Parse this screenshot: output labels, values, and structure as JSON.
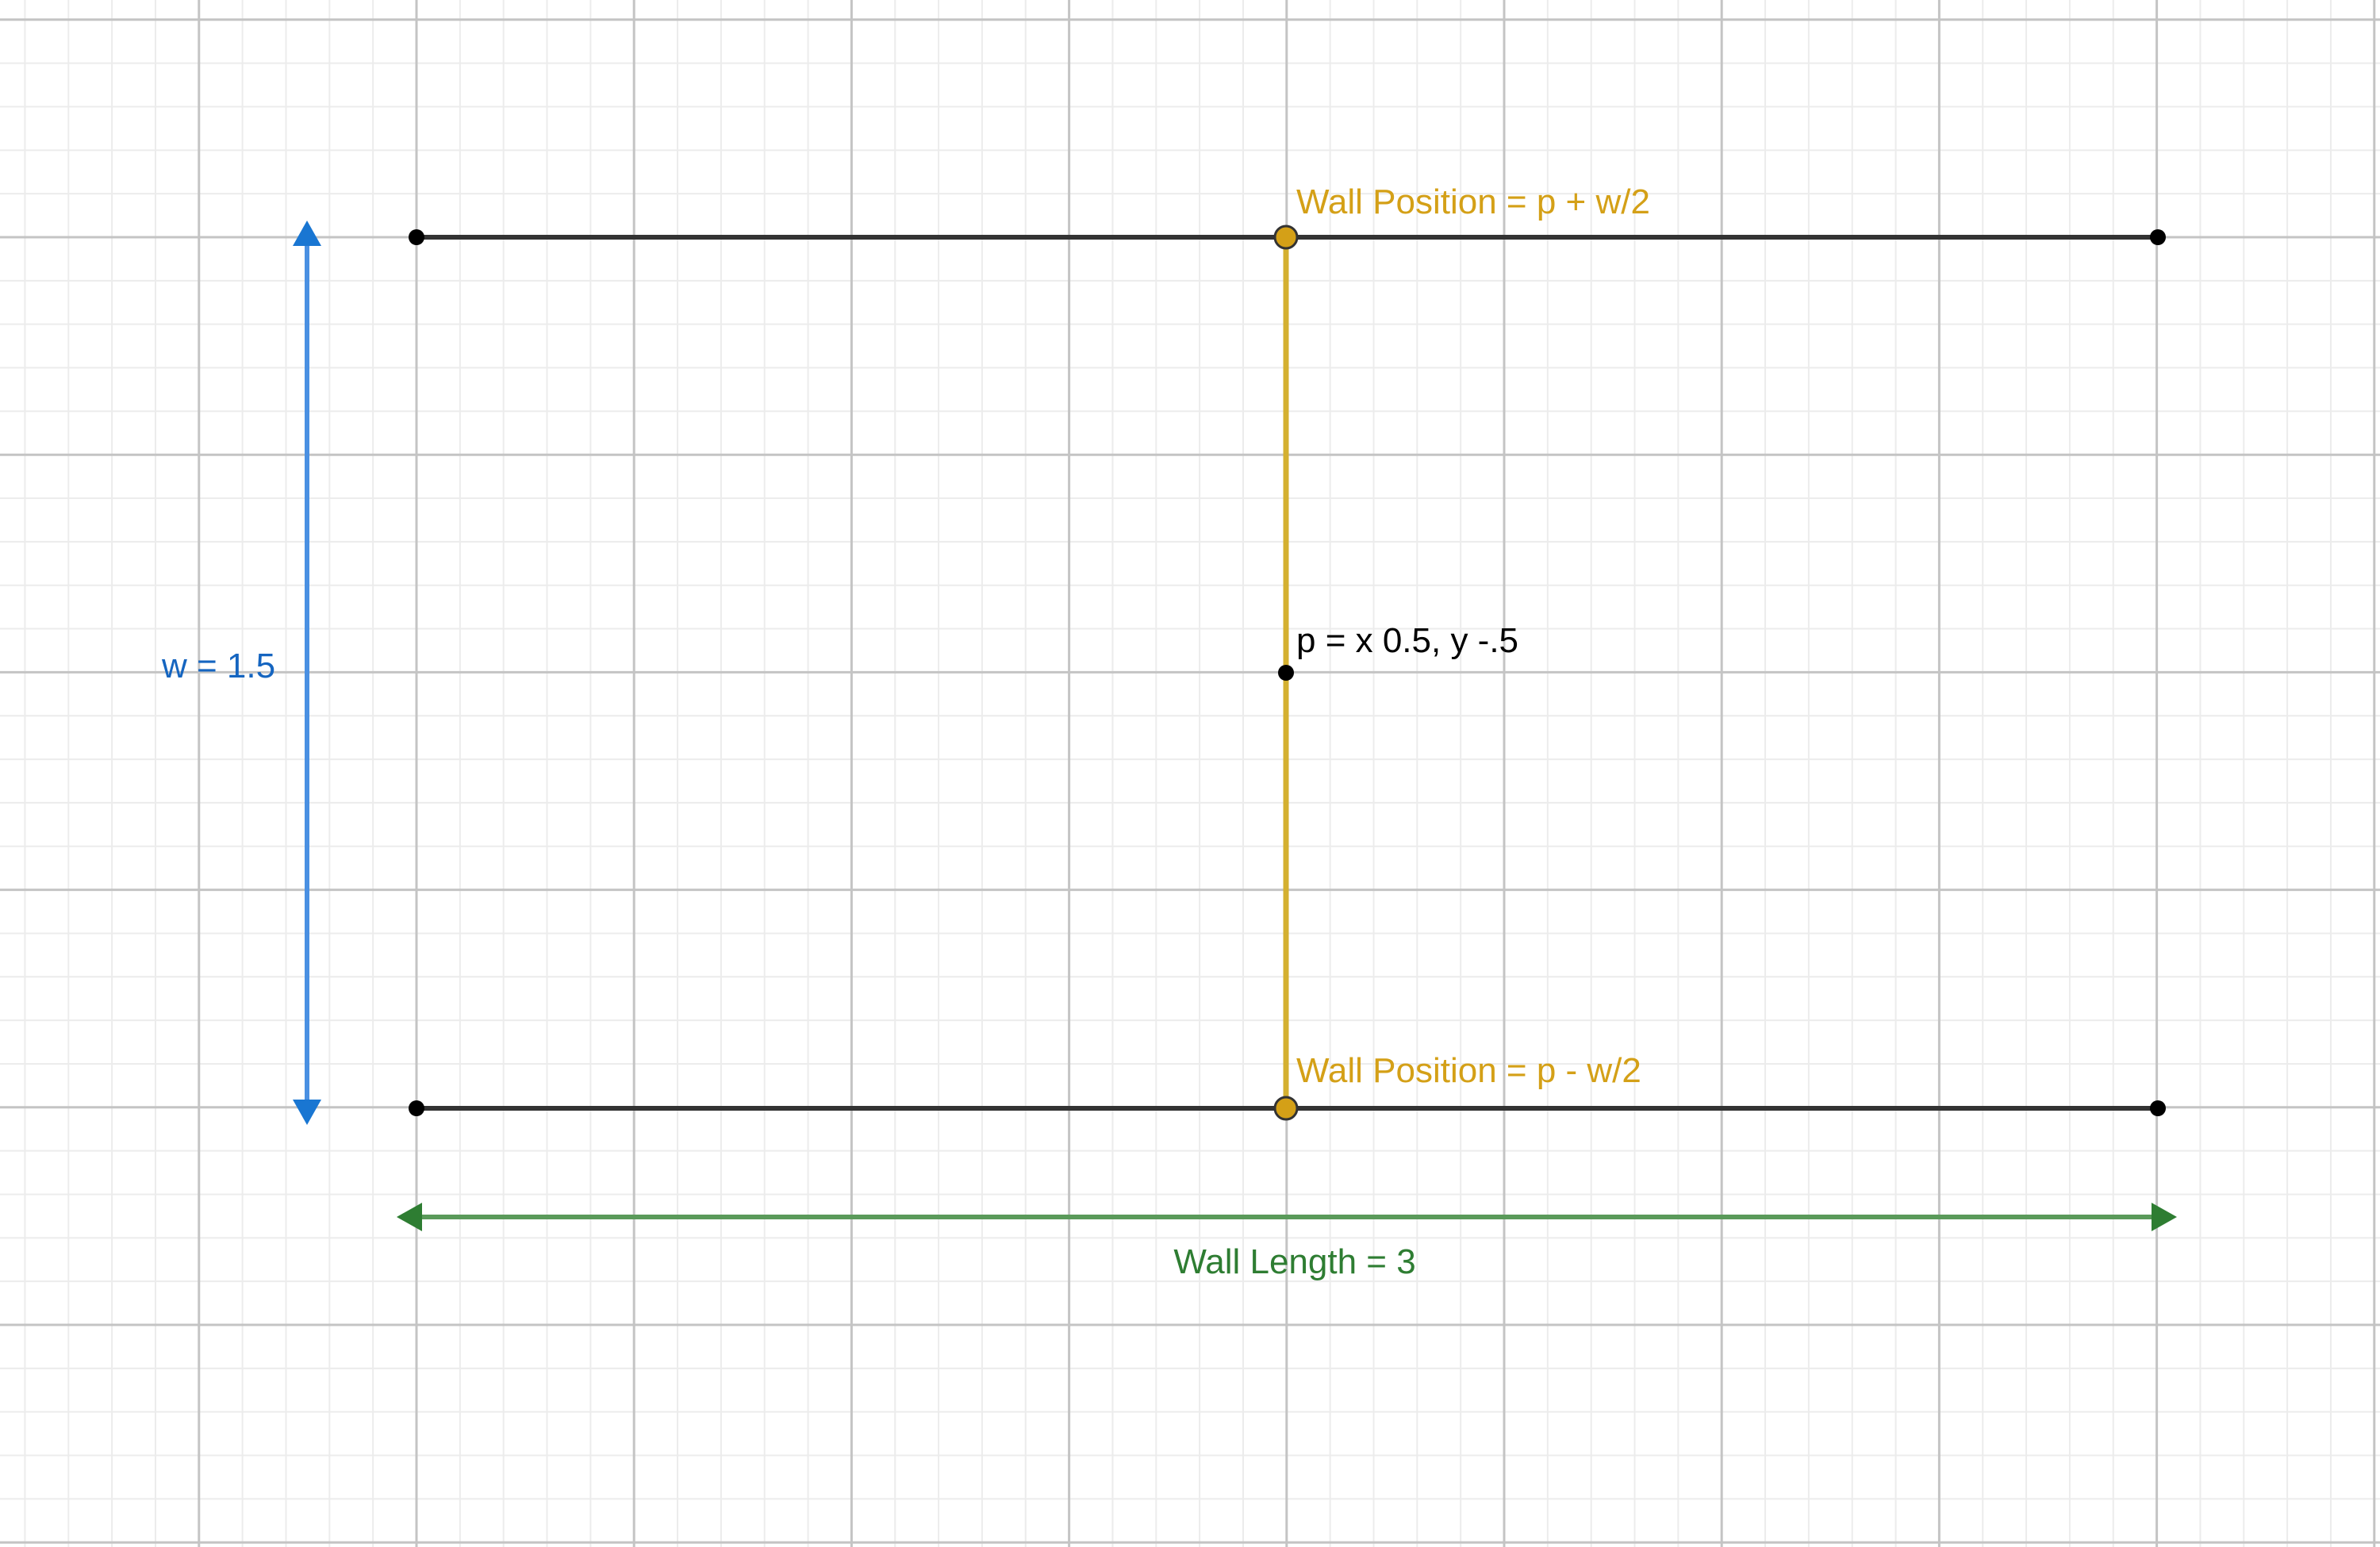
{
  "labels": {
    "wall_top": "Wall Position = p + w/2",
    "wall_bottom": "Wall Position = p - w/2",
    "point_p": "p = x 0.5, y -.5",
    "width": "w = 1.5",
    "length": "Wall Length = 3"
  },
  "colors": {
    "wall_line": "#333333",
    "wall_position": "#d4a017",
    "width_arrow": "#4a90e2",
    "width_label": "#1565c0",
    "length_arrow": "#3a8a3a",
    "length_label": "#2e7d32",
    "point": "#000000"
  },
  "values": {
    "wall_length": 3,
    "wall_width": 1.5,
    "p": {
      "x": 0.5,
      "y": -0.5
    }
  }
}
